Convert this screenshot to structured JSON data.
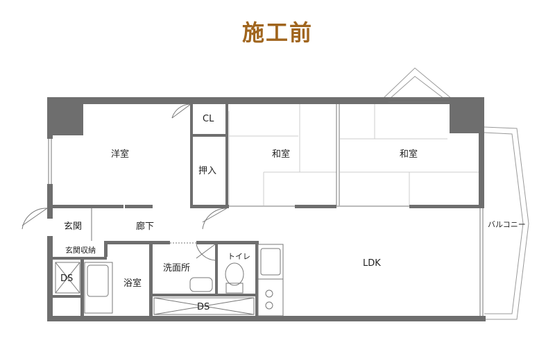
{
  "title": "施工前",
  "rooms": {
    "western_room": "洋室",
    "closet": "CL",
    "japanese_room_1": "和室",
    "japanese_room_2": "和室",
    "oshiire": "押入",
    "entrance": "玄関",
    "hallway": "廊下",
    "entrance_storage": "玄関収納",
    "ds_left": "DS",
    "bathroom": "浴室",
    "washroom": "洗面所",
    "toilet": "トイレ",
    "ldk": "LDK",
    "ds_bottom": "DS",
    "balcony": "バルコニー"
  },
  "colors": {
    "wall": "#6e6e6e",
    "title": "#a0651e",
    "line": "#888888"
  }
}
